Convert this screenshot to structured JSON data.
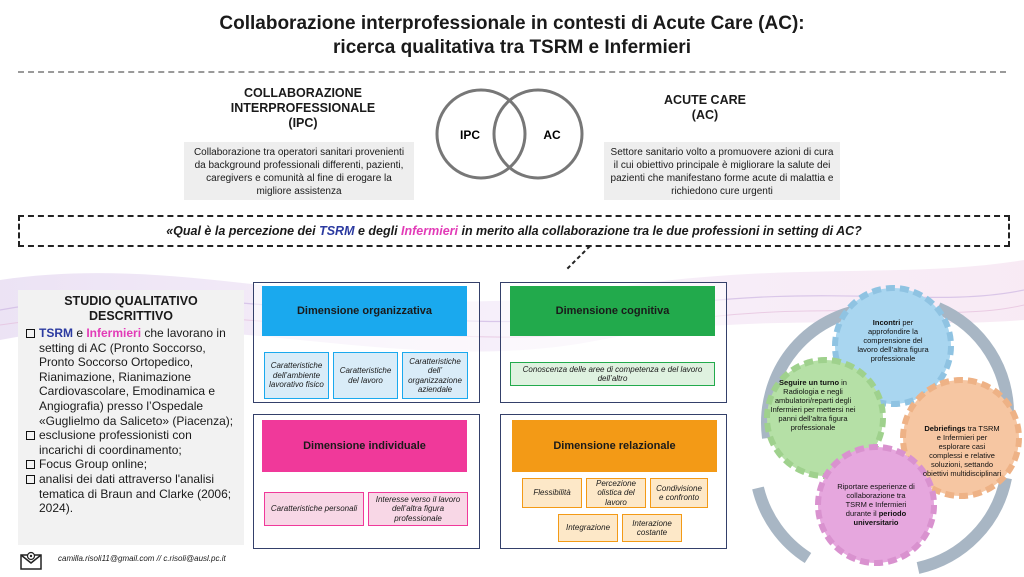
{
  "title": {
    "line1": "Collaborazione interprofessionale in contesti di Acute Care (AC):",
    "line2": "ricerca qualitativa tra TSRM e Infermieri"
  },
  "ipc": {
    "heading_line1": "COLLABORAZIONE",
    "heading_line2": "INTERPROFESSIONALE",
    "heading_line3": "(IPC)",
    "definition": "Collaborazione tra operatori sanitari provenienti da background professionali differenti, pazienti, caregivers e comunità al fine di erogare la migliore assistenza"
  },
  "venn": {
    "left_label": "IPC",
    "right_label": "AC"
  },
  "ac": {
    "heading_line1": "ACUTE CARE",
    "heading_line2": "(AC)",
    "definition": "Settore sanitario volto a promuovere azioni di cura il cui obiettivo principale è migliorare la salute dei pazienti che manifestano forme acute di malattia e richiedono cure urgenti"
  },
  "question": {
    "prefix": "«Qual è la percezione dei ",
    "tsrm": "TSRM",
    "middle": " e degli ",
    "infermieri": "Infermieri",
    "suffix": " in merito  alla collaborazione tra le due professioni in setting di AC?"
  },
  "study": {
    "title_line1": "STUDIO QUALITATIVO",
    "title_line2": "DESCRITTIVO",
    "item1_tsrm": "TSRM",
    "item1_e": " e ",
    "item1_inf": "Infermieri",
    "item1_rest": " che lavorano in setting di AC (Pronto Soccorso, Pronto Soccorso Ortopedico, Rianimazione, Rianimazione Cardiovascolare, Emodinamica e Angiografia) presso l’Ospedale «Guglielmo da Saliceto» (Piacenza);",
    "item2": "esclusione professionisti con incarichi di coordinamento;",
    "item3": "Focus Group online;",
    "item4": "analisi dei dati attraverso l'analisi tematica di Braun and Clarke (2006; 2024)."
  },
  "dimensions": {
    "organizzativa": {
      "title": "Dimensione organizzativa",
      "color": "#1aa9ee",
      "tags": [
        "Caratteristiche dell’ambiente lavorativo fisico",
        "Caratteristiche del lavoro",
        "Caratteristiche dell’ organizzazione aziendale"
      ]
    },
    "cognitiva": {
      "title": "Dimensione cognitiva",
      "color": "#22aa4c",
      "tags": [
        "Conoscenza delle aree di competenza e del lavoro dell’altro"
      ]
    },
    "individuale": {
      "title": "Dimensione individuale",
      "color": "#f0399a",
      "tags": [
        "Caratteristiche personali",
        "Interesse verso il lavoro dell’altra figura professionale"
      ]
    },
    "relazionale": {
      "title": "Dimensione relazionale",
      "color": "#f39a16",
      "tags": [
        "Flessibilità",
        "Percezione olistica del lavoro",
        "Condivisione e confronto",
        "Integrazione",
        "Interazione costante"
      ]
    }
  },
  "cycle": {
    "incontri_bold": "Incontri",
    "incontri_rest": " per approfondire la comprensione del lavoro dell’altra figura professionale",
    "turno_bold": "Seguire un turno",
    "turno_rest": " in Radiologia e negli ambulatori/reparti degli Infermieri per mettersi nei panni dell’altra figura professionale",
    "debrief_bold": "Debriefings",
    "debrief_rest": " tra TSRM e Infermieri per esplorare casi complessi e relative soluzioni, settando obiettivi multidisciplinari",
    "esperienze_rest": "Riportare esperienze di collaborazione tra TSRM e Infermieri durante il ",
    "esperienze_bold": "periodo universitario",
    "colors": {
      "incontri": "#a9d6f0",
      "turno": "#b5e0a6",
      "debrief": "#f6c6a2",
      "esperienze": "#e6a7de",
      "arrow": "#a8b6c4"
    }
  },
  "footer": {
    "email": "camilla.risoli11@gmail.com // c.risoli@ausl.pc.it",
    "icon": "envelope-at-icon"
  }
}
